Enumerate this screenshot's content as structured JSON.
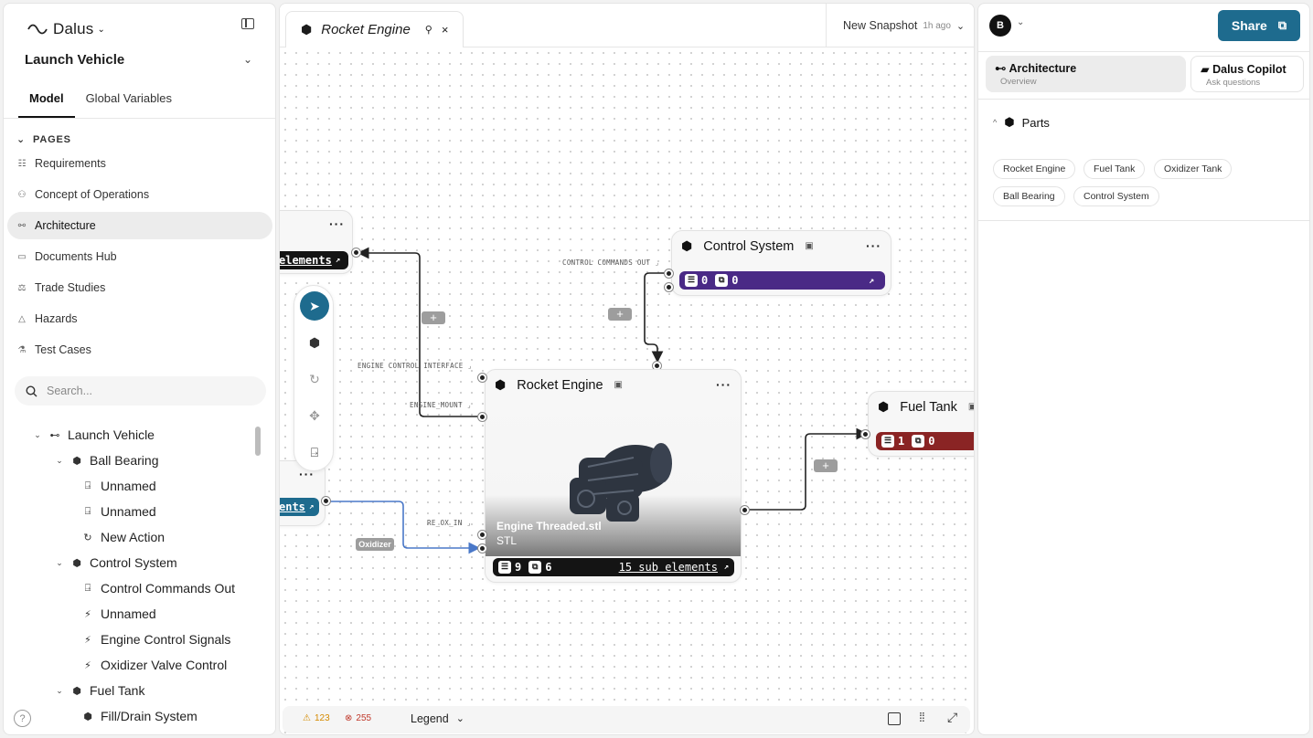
{
  "sidebar": {
    "brand": "Dalus",
    "project": "Launch Vehicle",
    "tabs": [
      "Model",
      "Global Variables"
    ],
    "pages_label": "PAGES",
    "pages": [
      "Requirements",
      "Concept of Operations",
      "Architecture",
      "Documents Hub",
      "Trade Studies",
      "Hazards",
      "Test Cases"
    ],
    "search_placeholder": "Search...",
    "tree": [
      "Launch Vehicle",
      "Ball Bearing",
      "Unnamed",
      "Unnamed",
      "New Action",
      "Control System",
      "Control Commands Out",
      "Unnamed",
      "Engine Control Signals",
      "Oxidizer Valve Control",
      "Fuel Tank",
      "Fill/Drain System"
    ],
    "help": "?"
  },
  "canvas": {
    "tab_title": "Rocket Engine",
    "snapshot_label": "New Snapshot",
    "snapshot_age": "1h ago",
    "nodes": {
      "left_top": {
        "link": "elements"
      },
      "left_bottom": {
        "link": "ents"
      },
      "control_system": {
        "title": "Control System",
        "req": "0",
        "sub": "0",
        "color": "#4a2a86"
      },
      "rocket_engine": {
        "title": "Rocket Engine",
        "file": "Engine Threaded.stl",
        "file_type": "STL",
        "req": "9",
        "sub": "6",
        "link": "15 sub elements",
        "color": "#141414"
      },
      "fuel_tank": {
        "title": "Fuel Tank",
        "req": "1",
        "sub": "0",
        "color": "#8a2424"
      }
    },
    "port_labels": {
      "control_out": "CONTROL COMMANDS OUT",
      "engine_interface": "ENGINE CONTROL INTERFACE",
      "engine_mount": "ENGINE_MOUNT",
      "re_ox_in": "RE_OX_IN"
    },
    "edge_tag": "Oxidizer",
    "bottom": {
      "warnings": "123",
      "errors": "255",
      "legend": "Legend"
    }
  },
  "right": {
    "avatar": "B",
    "share": "Share",
    "tabs": [
      {
        "label": "Architecture",
        "sub": "Overview"
      },
      {
        "label": "Dalus Copilot",
        "sub": "Ask questions"
      }
    ],
    "parts_label": "Parts",
    "parts": [
      "Rocket Engine",
      "Fuel Tank",
      "Oxidizer Tank",
      "Ball Bearing",
      "Control System"
    ]
  },
  "colors": {
    "accent": "#1e6b8e",
    "edge_blue": "#4a78c8",
    "warning": "#d48a00",
    "error": "#c0392b"
  }
}
